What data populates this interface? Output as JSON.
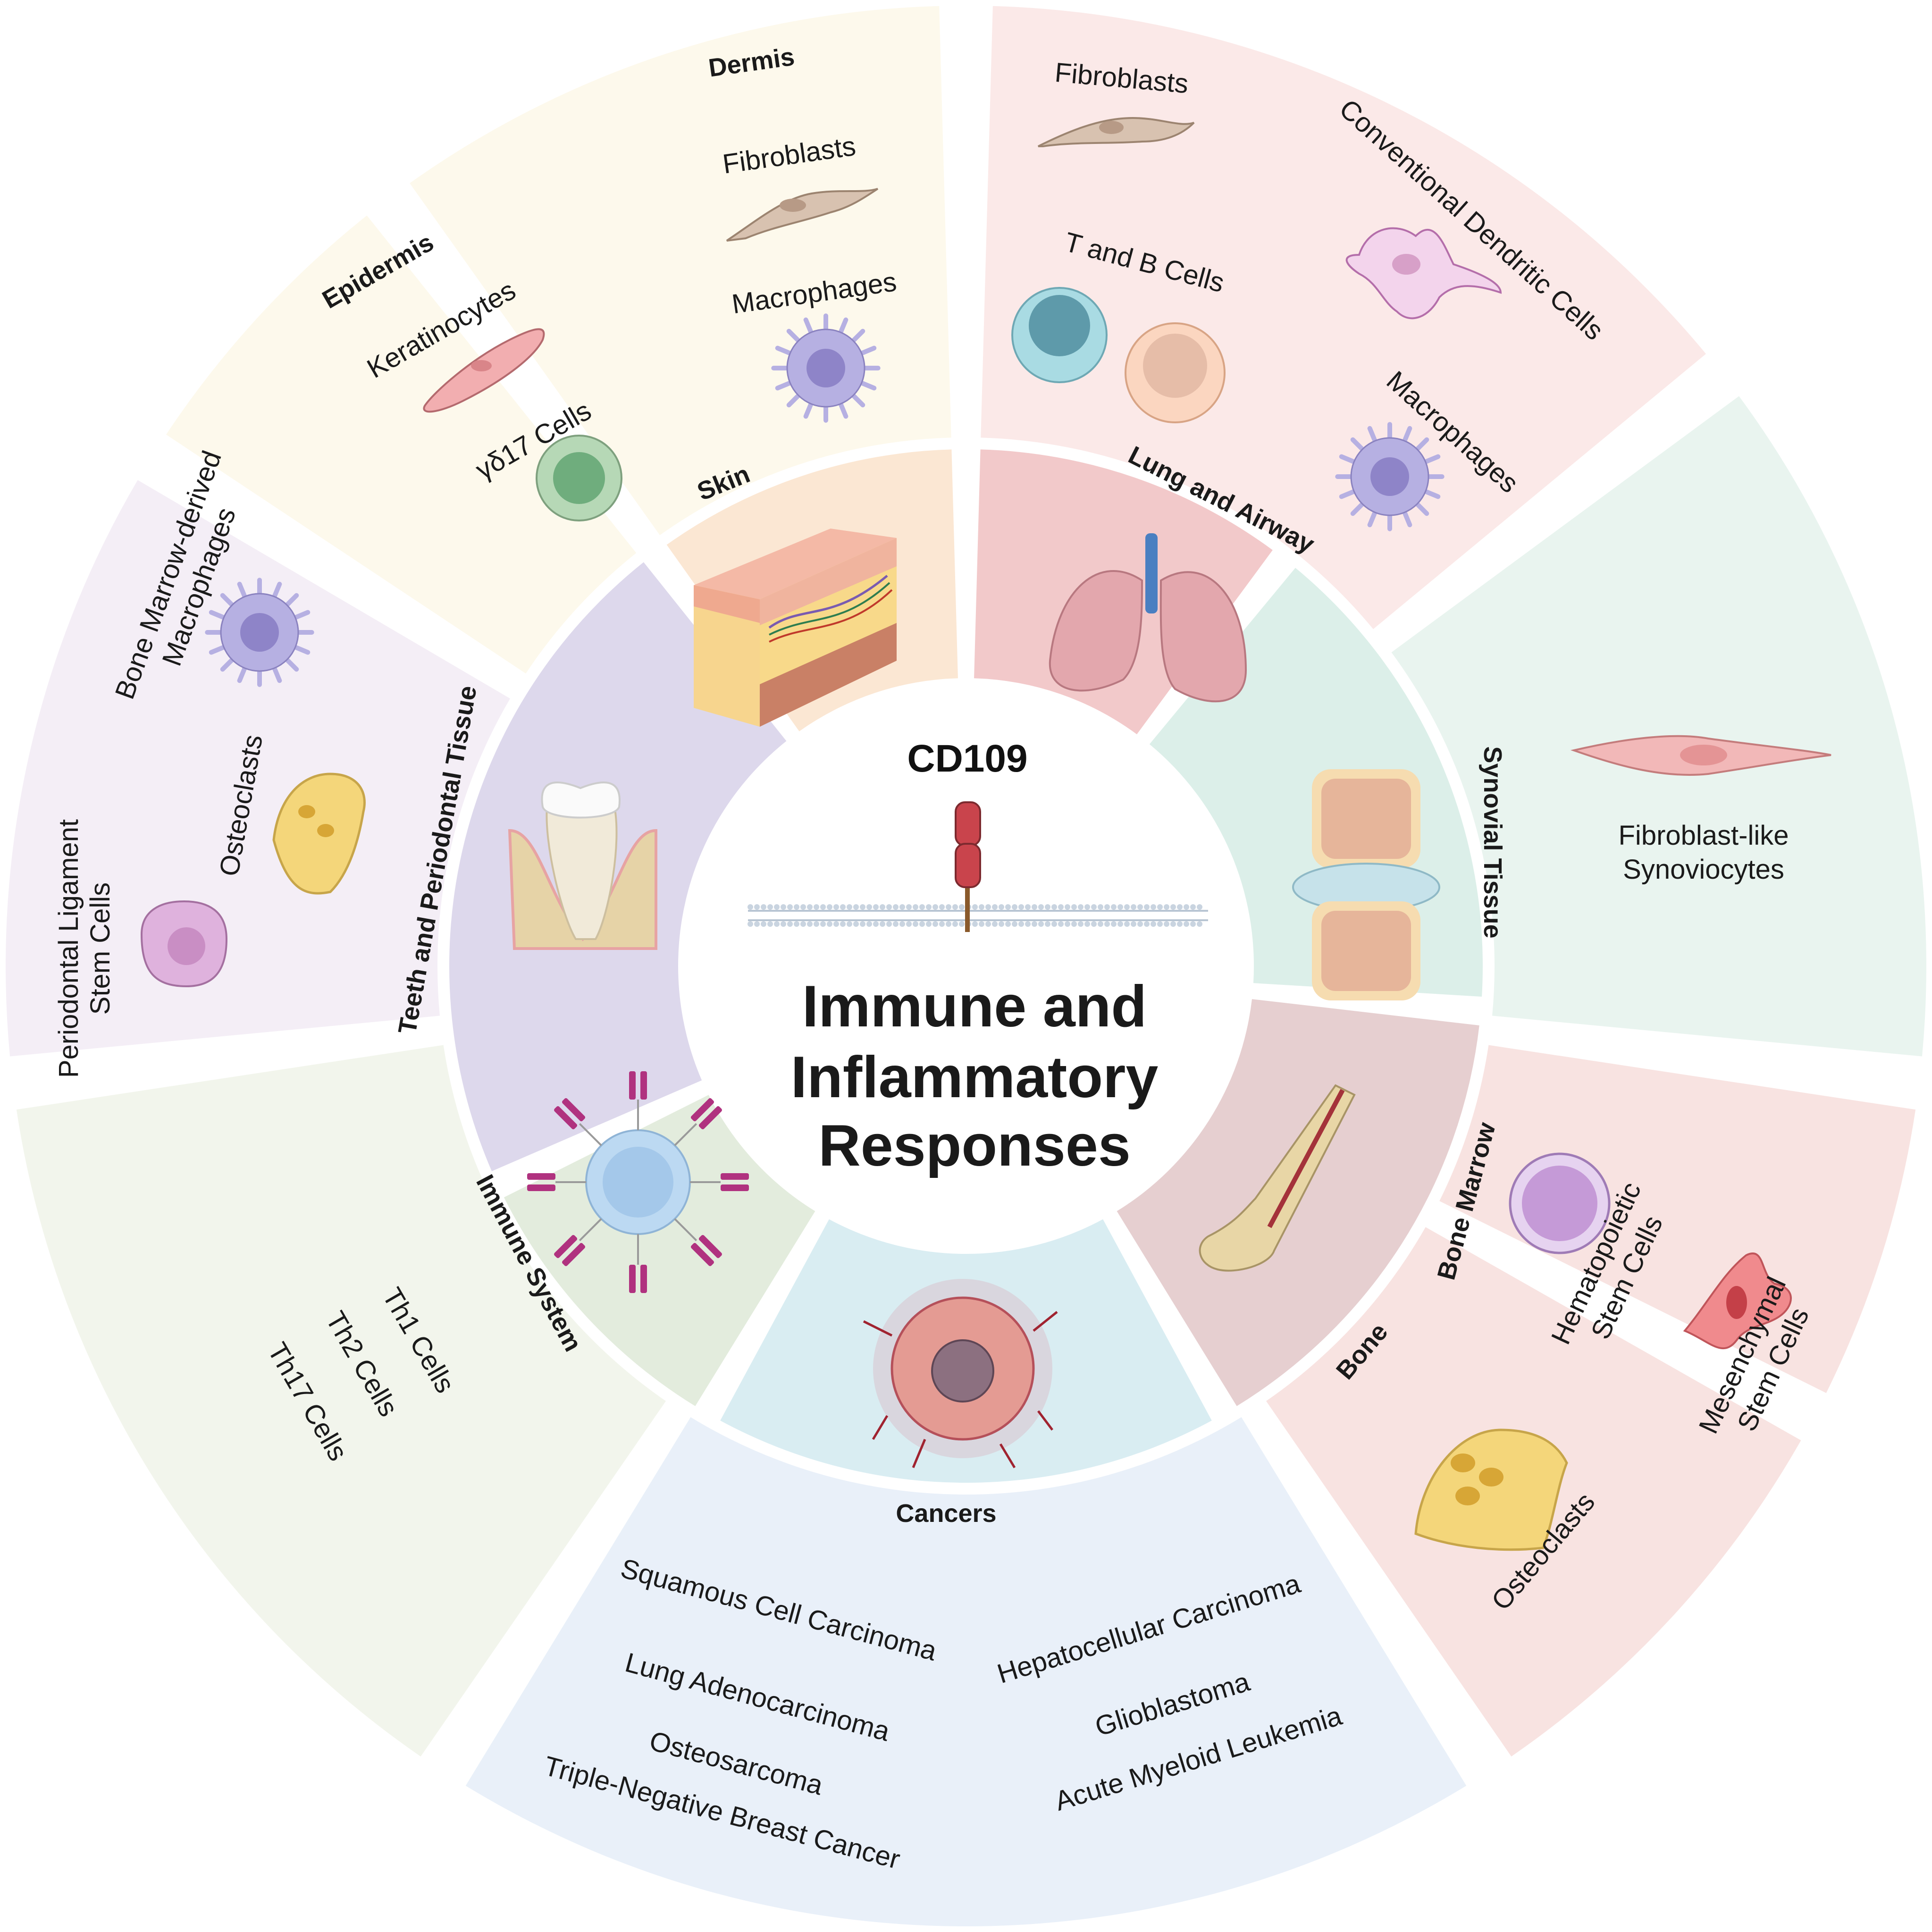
{
  "center": {
    "protein": "CD109",
    "title_lines": [
      "Immune and",
      "Inflammatory",
      "Responses"
    ],
    "title_color": "#c0444a"
  },
  "skin": {
    "label": "Skin",
    "dermis": {
      "label": "Dermis",
      "cells": [
        "Fibroblasts",
        "Macrophages"
      ]
    },
    "epidermis": {
      "label": "Epidermis",
      "cells": [
        "Keratinocytes",
        "γδ17 Cells"
      ]
    }
  },
  "lung": {
    "label": "Lung and Airway",
    "cells": [
      "Fibroblasts",
      "Conventional Dendritic Cells",
      "T and B Cells",
      "Macrophages"
    ]
  },
  "synovial": {
    "label": "Synovial Tissue",
    "cells": [
      "Fibroblast-like",
      "Synoviocytes"
    ]
  },
  "bone_marrow": {
    "label": "Bone Marrow",
    "cells": [
      [
        "Hematopoietic",
        "Stem Cells"
      ],
      [
        "Mesenchymal",
        "Stem Cells"
      ]
    ]
  },
  "bone": {
    "label": "Bone",
    "cells": [
      "Osteoclasts"
    ]
  },
  "cancers": {
    "label": "Cancers",
    "left": [
      "Squamous Cell Carcinoma",
      "Lung Adenocarcinoma",
      "Osteosarcoma",
      "Triple-Negative Breast Cancer"
    ],
    "right": [
      "Hepatocellular Carcinoma",
      "Glioblastoma",
      "Acute Myeloid Leukemia"
    ]
  },
  "immune": {
    "label": "Immune System",
    "cells": [
      "Th1 Cells",
      "Th2 Cells",
      "Th17 Cells"
    ]
  },
  "teeth": {
    "label": "Teeth and Periodontal Tissue",
    "cells": [
      [
        "Bone Marrow-derived",
        "Macrophages"
      ],
      [
        "Osteoclasts"
      ],
      [
        "Periodontal Ligament",
        "Stem Cells"
      ]
    ]
  },
  "colors": {
    "skin_outer": "#fdf9ec",
    "skin_inner": "#fbe7d3",
    "lung_outer": "#fbe9e8",
    "lung_inner": "#f2c9ca",
    "synovial_outer": "#e9f4ef",
    "synovial_inner": "#dcefe9",
    "bone_outer": "#f8e3e1",
    "bone_inner": "#e6cfd0",
    "cancer_outer": "#e9f0f9",
    "cancer_inner": "#d9edf2",
    "immune_outer": "#f2f5ec",
    "immune_inner": "#e3ecdd",
    "teeth_outer": "#f4eef6",
    "teeth_inner": "#ddd8ec"
  }
}
